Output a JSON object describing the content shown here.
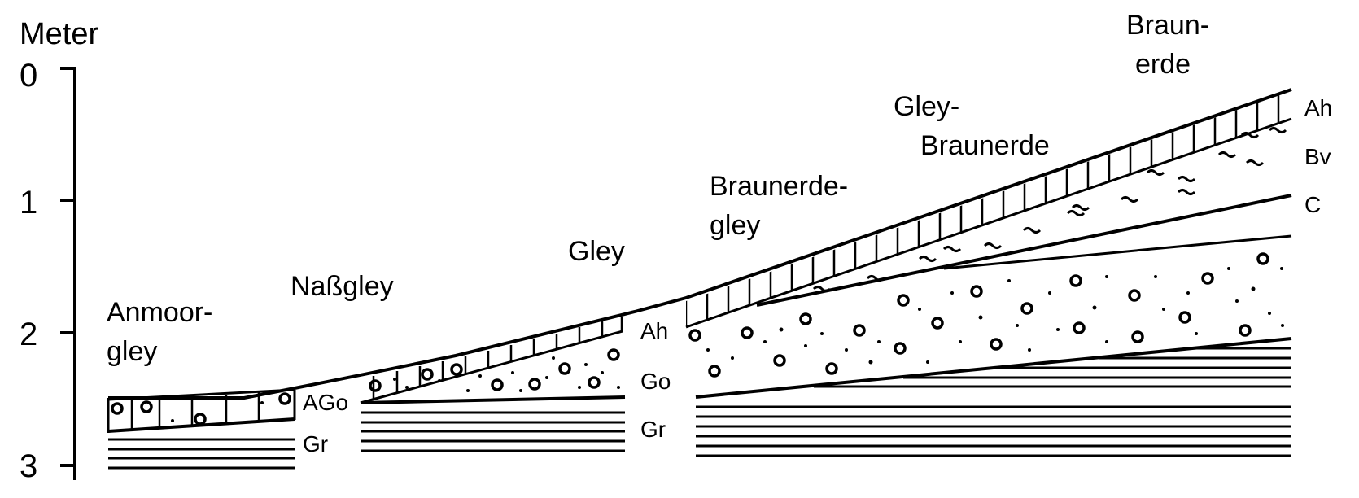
{
  "axis": {
    "title": "Meter",
    "ticks": [
      "0",
      "1",
      "2",
      "3"
    ]
  },
  "soil_types": [
    {
      "lines": [
        "Anmoor-",
        "gley"
      ]
    },
    {
      "lines": [
        "Naßgley"
      ]
    },
    {
      "lines": [
        "Gley"
      ]
    },
    {
      "lines": [
        "Braunerde-",
        "gley"
      ]
    },
    {
      "lines": [
        "Gley-",
        "Braunerde"
      ]
    },
    {
      "lines": [
        "Braun-",
        "erde"
      ]
    }
  ],
  "horizons": {
    "ago": "AGo",
    "gr_left": "Gr",
    "ah_mid": "Ah",
    "go_mid": "Go",
    "gr_mid": "Gr",
    "ah_right": "Ah",
    "bv_right": "Bv",
    "c_right": "C"
  },
  "colors": {
    "ink": "#000000",
    "background": "#ffffff"
  }
}
